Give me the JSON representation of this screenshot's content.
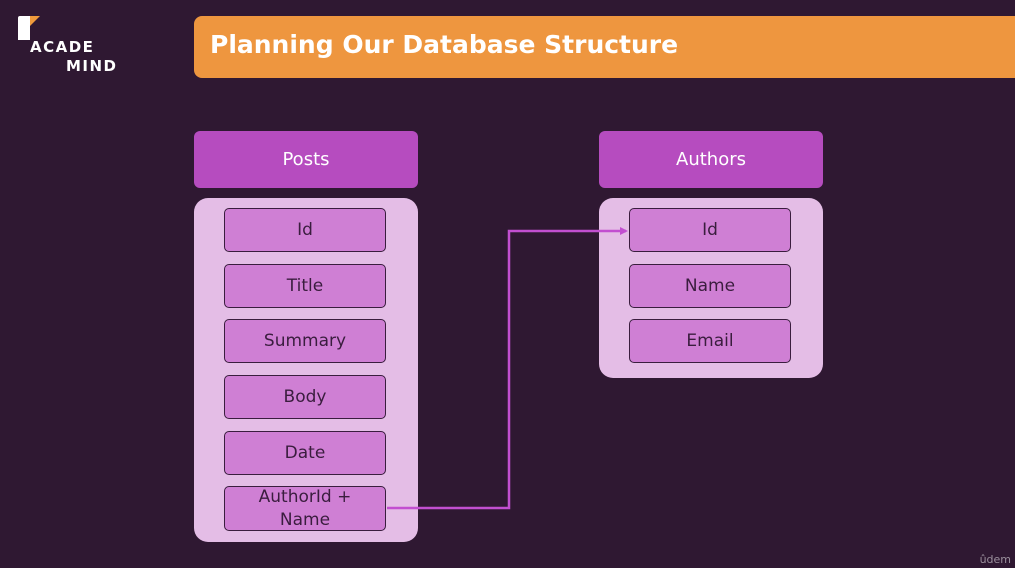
{
  "logo": {
    "line1": "ACADE",
    "line2": "MIND"
  },
  "title": "Planning Our Database Structure",
  "posts": {
    "header": "Posts",
    "fields": [
      "Id",
      "Title",
      "Summary",
      "Body",
      "Date",
      "AuthorId +\nName"
    ]
  },
  "authors": {
    "header": "Authors",
    "fields": [
      "Id",
      "Name",
      "Email"
    ]
  },
  "watermark": "ûdem",
  "colors": {
    "background": "#2f1832",
    "title_bar": "#ee963f",
    "header": "#b64cbf",
    "body": "#e4bde6",
    "field": "#cf7fd4",
    "connector": "#c24fd0"
  }
}
